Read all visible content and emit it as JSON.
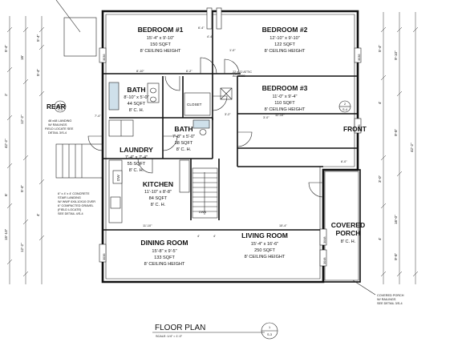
{
  "rooms": {
    "bedroom1": {
      "name": "BEDROOM #1",
      "dims": "15'-4\" x 9'-10\"",
      "area": "150 SQFT",
      "ceiling": "8' CEILING HEIGHT"
    },
    "bedroom2": {
      "name": "BEDROOM #2",
      "dims": "12'-10\" x 9'-10\"",
      "area": "122 SQFT",
      "ceiling": "8' CEILING HEIGHT"
    },
    "bedroom3": {
      "name": "BEDROOM #3",
      "dims": "11'-0\" x 9'-4\"",
      "area": "110 SQFT",
      "ceiling": "8' CEILING HEIGHT"
    },
    "bath1": {
      "name": "BATH",
      "dims": "8'-10\" x 5'-0\"",
      "area": "44 SQFT",
      "ceiling": "8' C. H."
    },
    "bath2": {
      "name": "BATH",
      "dims": "7'-8\" x 5'-0\"",
      "area": "38 SQFT",
      "ceiling": "8' C. H."
    },
    "laundry": {
      "name": "LAUNDRY",
      "dims": "7'-4\" x 7'-4\"",
      "area": "55 SQFT",
      "ceiling": "8' C. H."
    },
    "kitchen": {
      "name": "KITCHEN",
      "dims": "11'-10\" x 8'-8\"",
      "area": "84 SQFT",
      "ceiling": "8' C. H."
    },
    "dining": {
      "name": "DINING ROOM",
      "dims": "15'-8\" x 9'-5\"",
      "area": "133 SQFT",
      "ceiling": "8' CEILING HEIGHT"
    },
    "living": {
      "name": "LIVING ROOM",
      "dims": "15'-4\" x 16'-6\"",
      "area": "250 SQFT",
      "ceiling": "8' CEILING HEIGHT"
    },
    "porch": {
      "name1": "COVERED",
      "name2": "PORCH",
      "ceiling": "8' C. H."
    }
  },
  "labels": {
    "closet": "CLOSET",
    "dw": "DW",
    "dwn": "DWN",
    "rear": "REAR",
    "front": "FRONT",
    "attic": [
      "22 x 22 ATTIC",
      "ACCESS"
    ],
    "landing": [
      "48 x48 LANDING",
      "W/ RAILINGS",
      "FIELD LOCATE SEE",
      "DETAIL 3/S-4"
    ],
    "concrete": [
      "6\" x 4' x 4' CONCRETE",
      "STAIR LANDING",
      "W/ WWF 6X6-10X10 OVER",
      "6\" COMPACTED GRAVEL",
      "(FIELD LOCATE)",
      "SEE DETAIL 4/S-4"
    ],
    "porch_note": [
      "COVERED PORCH",
      "W/ RAILINGS",
      "SEE DETAIL 3/S-4"
    ],
    "window": "3036",
    "window2": "3048"
  },
  "interior_dims": {
    "d1": "8'-10\"",
    "d2": "6'-2\"",
    "d3": "7'-4\"",
    "d4": "4'-4\"",
    "d5": "3'-2\"",
    "d6": "11'-10\"",
    "d7": "6'-0\"",
    "d8": "11'-10\"",
    "d9": "15'-4\"",
    "d10": "4'",
    "d11": "4'",
    "d12": "3'-0\"",
    "d13": "1'-0\"",
    "d14": "6'-4\""
  },
  "left_dims": [
    "5'-4\"",
    "2'",
    "16'",
    "12'-2\"",
    "5'-4\"",
    "6'",
    "5'-4\"",
    "42'-2\"",
    "15'-10\"",
    "12'-2\"",
    "5'-4\"",
    "4'"
  ],
  "right_dims": [
    "5'-4\"",
    "9'-10\"",
    "4'",
    "9'-8\"",
    "42'-2\"",
    "16'-0\"",
    "3'-0\"",
    "9'-8\"",
    "4'"
  ],
  "callouts": {
    "a": "1",
    "b": "S-4",
    "c": "2",
    "d": "S-4"
  },
  "title": {
    "text": "FLOOR PLAN",
    "scale": "SCALE:  1/4\" = 1'-0\"",
    "num": "1",
    "sheet": "S-3"
  }
}
